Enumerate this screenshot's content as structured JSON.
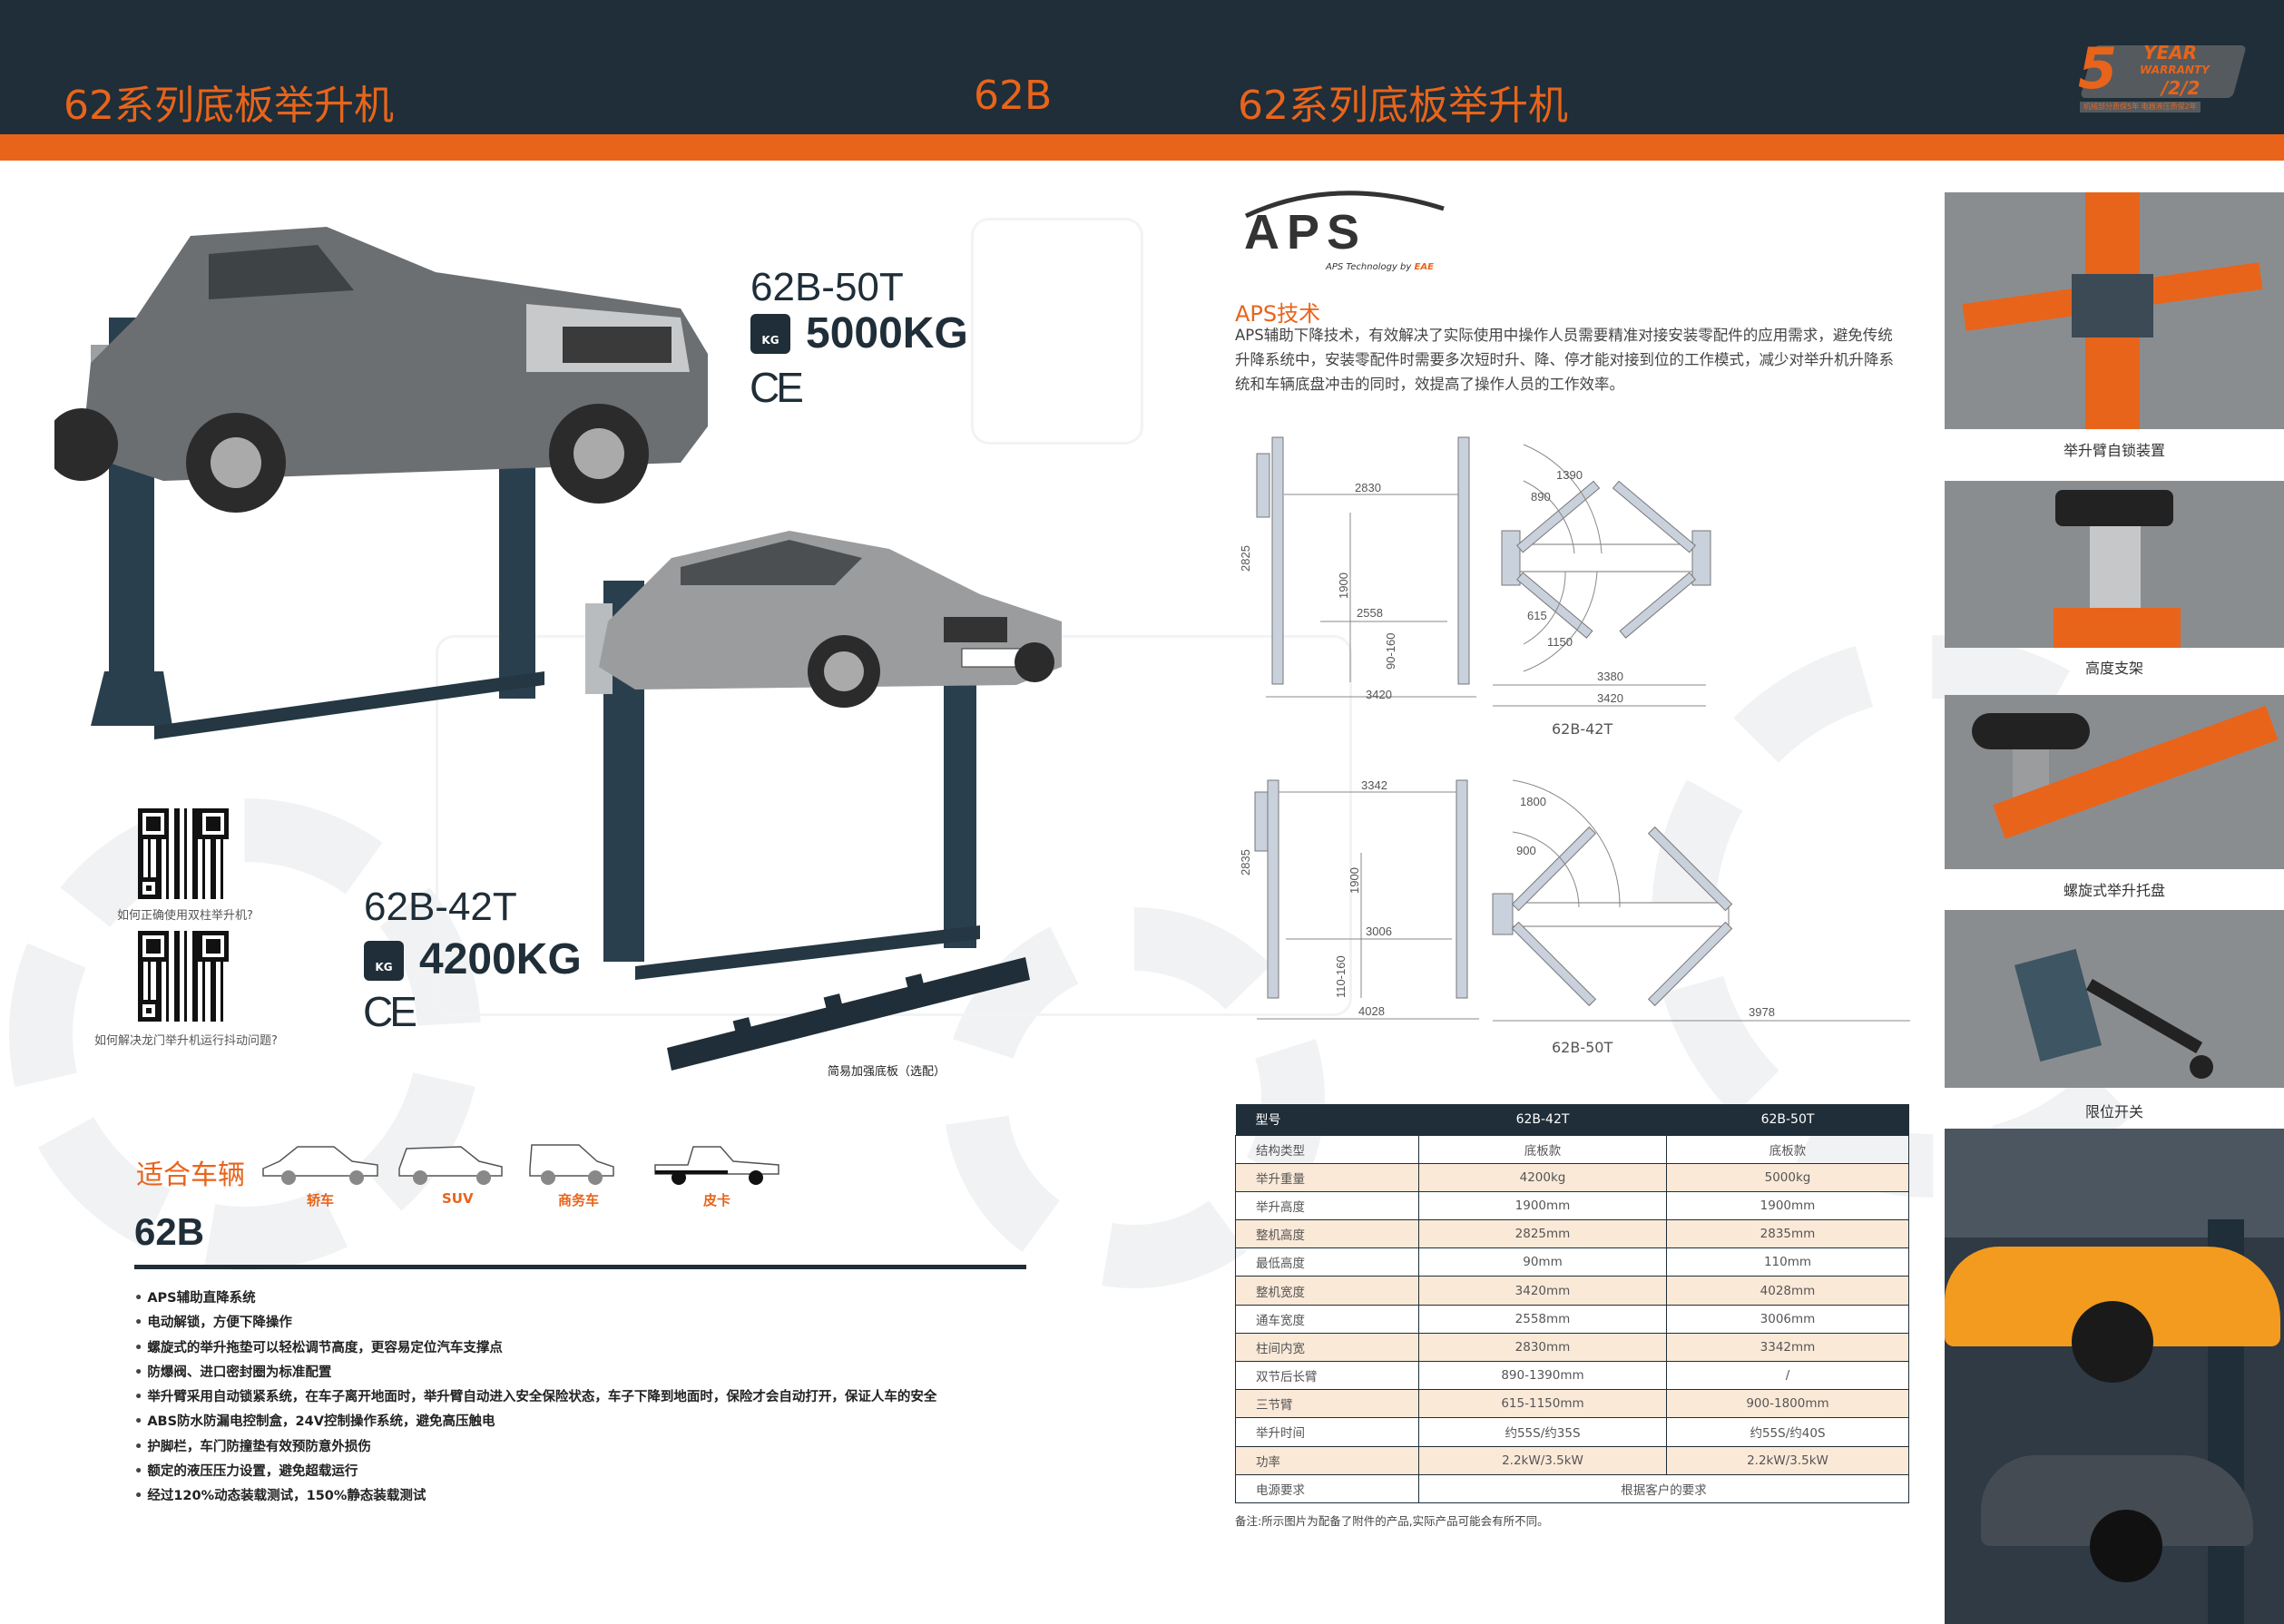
{
  "header": {
    "title_left": "62系列底板举升机",
    "model_center": "62B",
    "title_right": "62系列底板举升机",
    "warranty_badge": {
      "big": "5",
      "line1": "YEAR",
      "line2": "WARRANTY",
      "sub": "/2/2",
      "note": "机械部分质保5年 电器液压质保2年"
    }
  },
  "products": [
    {
      "model": "62B-50T",
      "kg_icon": "KG",
      "capacity": "5000KG",
      "cert": "CE"
    },
    {
      "model": "62B-42T",
      "kg_icon": "KG",
      "capacity": "4200KG",
      "cert": "CE"
    }
  ],
  "qr_codes": [
    {
      "caption": "如何正确使用双柱举升机?"
    },
    {
      "caption": "如何解决龙门举升机运行抖动问题?"
    }
  ],
  "base_plate_caption": "简易加强底板（选配）",
  "vehicles": {
    "title": "适合车辆",
    "types": [
      "轿车",
      "SUV",
      "商务车",
      "皮卡"
    ]
  },
  "series": {
    "name": "62B",
    "features": [
      "APS辅助直降系统",
      "电动解锁，方便下降操作",
      "螺旋式的举升拖垫可以轻松调节高度，更容易定位汽车支撑点",
      "防爆阀、进口密封圈为标准配置",
      "举升臂采用自动锁紧系统，在车子离开地面时，举升臂自动进入安全保险状态，车子下降到地面时，保险才会自动打开，保证人车的安全",
      "ABS防水防漏电控制盒，24V控制操作系统，避免高压触电",
      "护脚栏，车门防撞垫有效预防意外损伤",
      "额定的液压压力设置，避免超载运行",
      "经过120%动态装载测试，150%静态装载测试"
    ]
  },
  "aps": {
    "logo_text": "APS",
    "logo_tagline": "APS Technology by",
    "logo_brand": "EAE",
    "title": "APS技术",
    "description": "APS辅助下降技术，有效解决了实际使用中操作人员需要精准对接安装零配件的应用需求，避免传统升降系统中，安装零配件时需要多次短时升、降、停才能对接到位的工作模式，减少对举升机升降系统和车辆底盘冲击的同时，效提高了操作人员的工作效率。"
  },
  "diagrams": [
    {
      "caption": "62B-42T",
      "dims": {
        "inner_width": "2830",
        "height": "2825",
        "lift_height": "1900",
        "drive_width": "2558",
        "min_height": "90-160",
        "overall_width": "3420",
        "arm_long_max": "1390",
        "arm_long_min": "890",
        "arm_short_min": "615",
        "arm_short_max": "1150",
        "top_width": "3380",
        "top_overall": "3420"
      }
    },
    {
      "caption": "62B-50T",
      "dims": {
        "inner_width": "3342",
        "height": "2835",
        "lift_height": "1900",
        "drive_width": "3006",
        "min_height": "110-160",
        "overall_width": "4028",
        "arm_max": "1800",
        "arm_min": "900",
        "top_width": "3978"
      }
    }
  ],
  "spec_table": {
    "headers": [
      "型号",
      "62B-42T",
      "62B-50T"
    ],
    "rows": [
      [
        "结构类型",
        "底板款",
        "底板款"
      ],
      [
        "举升重量",
        "4200kg",
        "5000kg"
      ],
      [
        "举升高度",
        "1900mm",
        "1900mm"
      ],
      [
        "整机高度",
        "2825mm",
        "2835mm"
      ],
      [
        "最低高度",
        "90mm",
        "110mm"
      ],
      [
        "整机宽度",
        "3420mm",
        "4028mm"
      ],
      [
        "通车宽度",
        "2558mm",
        "3006mm"
      ],
      [
        "柱间内宽",
        "2830mm",
        "3342mm"
      ],
      [
        "双节后长臂",
        "890-1390mm",
        "/"
      ],
      [
        "三节臂",
        "615-1150mm",
        "900-1800mm"
      ],
      [
        "举升时间",
        "约55S/约35S",
        "约55S/约40S"
      ],
      [
        "功率",
        "2.2kW/3.5kW",
        "2.2kW/3.5kW"
      ],
      [
        "电源要求",
        "根据客户的要求"
      ]
    ],
    "note": "备注:所示图片为配备了附件的产品,实际产品可能会有所不同。"
  },
  "detail_photos": [
    {
      "caption": "举升臂自锁装置"
    },
    {
      "caption": "高度支架"
    },
    {
      "caption": "螺旋式举升托盘"
    },
    {
      "caption": "限位开关"
    }
  ],
  "colors": {
    "accent": "#e8641b",
    "dark": "#1f2e38",
    "row_alt": "#fbe9d8"
  }
}
